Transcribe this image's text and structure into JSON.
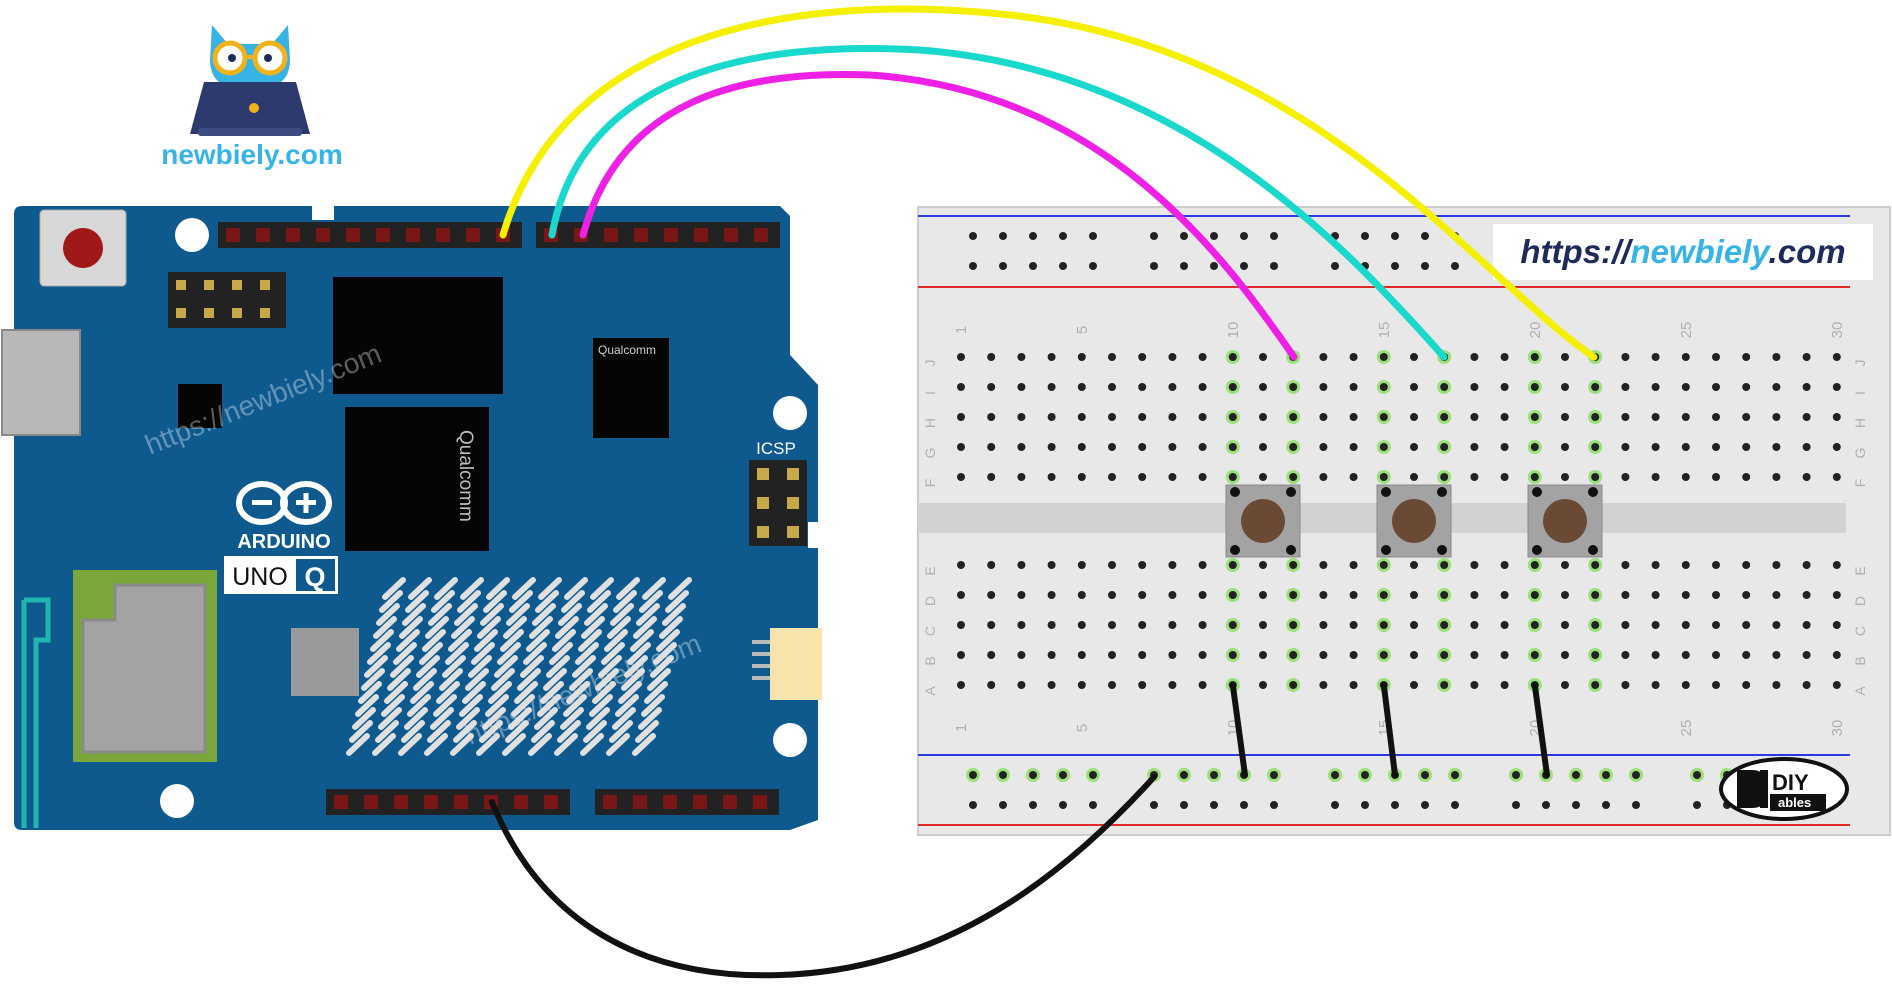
{
  "logo": {
    "brand": "newbiely.com",
    "icon": "owl-laptop-icon"
  },
  "board": {
    "brand": "ARDUINO",
    "model_left": "UNO",
    "model_right": "Q",
    "icsp_label": "ICSP",
    "chip_large_label": "Qualcomm",
    "chip_small_label": "Qualcomm",
    "watermark": "https://newbiely.com",
    "color": "#0e5a8f"
  },
  "breadboard": {
    "row_labels": [
      "J",
      "I",
      "H",
      "G",
      "F",
      "E",
      "D",
      "C",
      "B",
      "A"
    ],
    "column_numbers": [
      "1",
      "5",
      "10",
      "15",
      "20",
      "25",
      "30"
    ],
    "column_count": 30
  },
  "url_banner": {
    "prefix": "https://",
    "domain": "newbiely",
    "suffix": ".com"
  },
  "diy_logo": {
    "top": "DIY",
    "bottom": "ables"
  },
  "buttons": {
    "count": 3,
    "columns": [
      10,
      15,
      20
    ]
  },
  "wires": [
    {
      "color_name": "yellow",
      "color": "#f4f000"
    },
    {
      "color_name": "cyan",
      "color": "#19d8cc"
    },
    {
      "color_name": "magenta",
      "color": "#ef20e6"
    },
    {
      "color_name": "black",
      "color": "#111111"
    }
  ]
}
